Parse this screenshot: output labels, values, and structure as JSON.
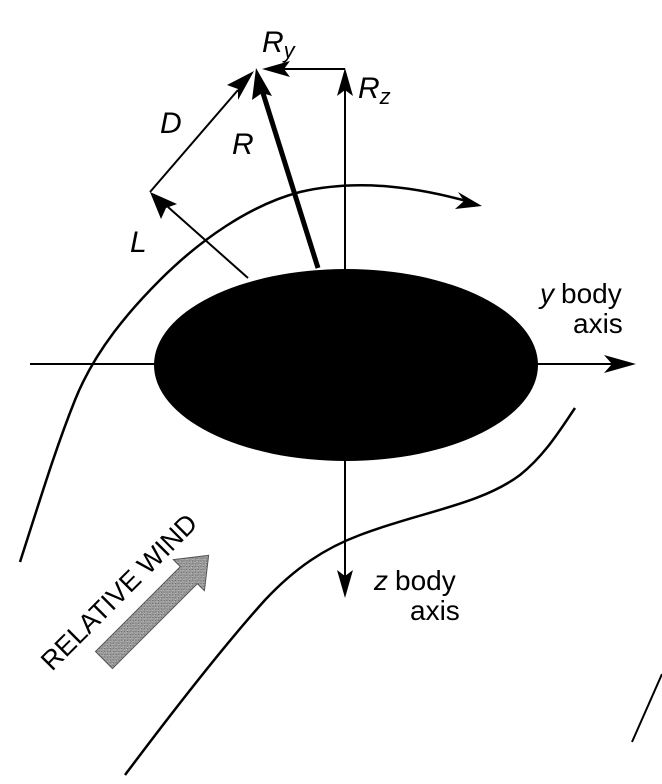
{
  "labels": {
    "ry": "R",
    "ry_sub": "y",
    "rz": "R",
    "rz_sub": "z",
    "r": "R",
    "d": "D",
    "l": "L",
    "y_axis_var": "y",
    "y_axis_word": "body",
    "y_axis_line2": "axis",
    "z_axis_var": "z",
    "z_axis_word": "body",
    "z_axis_line2": "axis",
    "relative_wind": "RELATIVE WIND"
  },
  "colors": {
    "ink": "#000000",
    "body_fill": "#000000",
    "wind_arrow_fill": "#8c8c8c",
    "background": "#ffffff"
  }
}
